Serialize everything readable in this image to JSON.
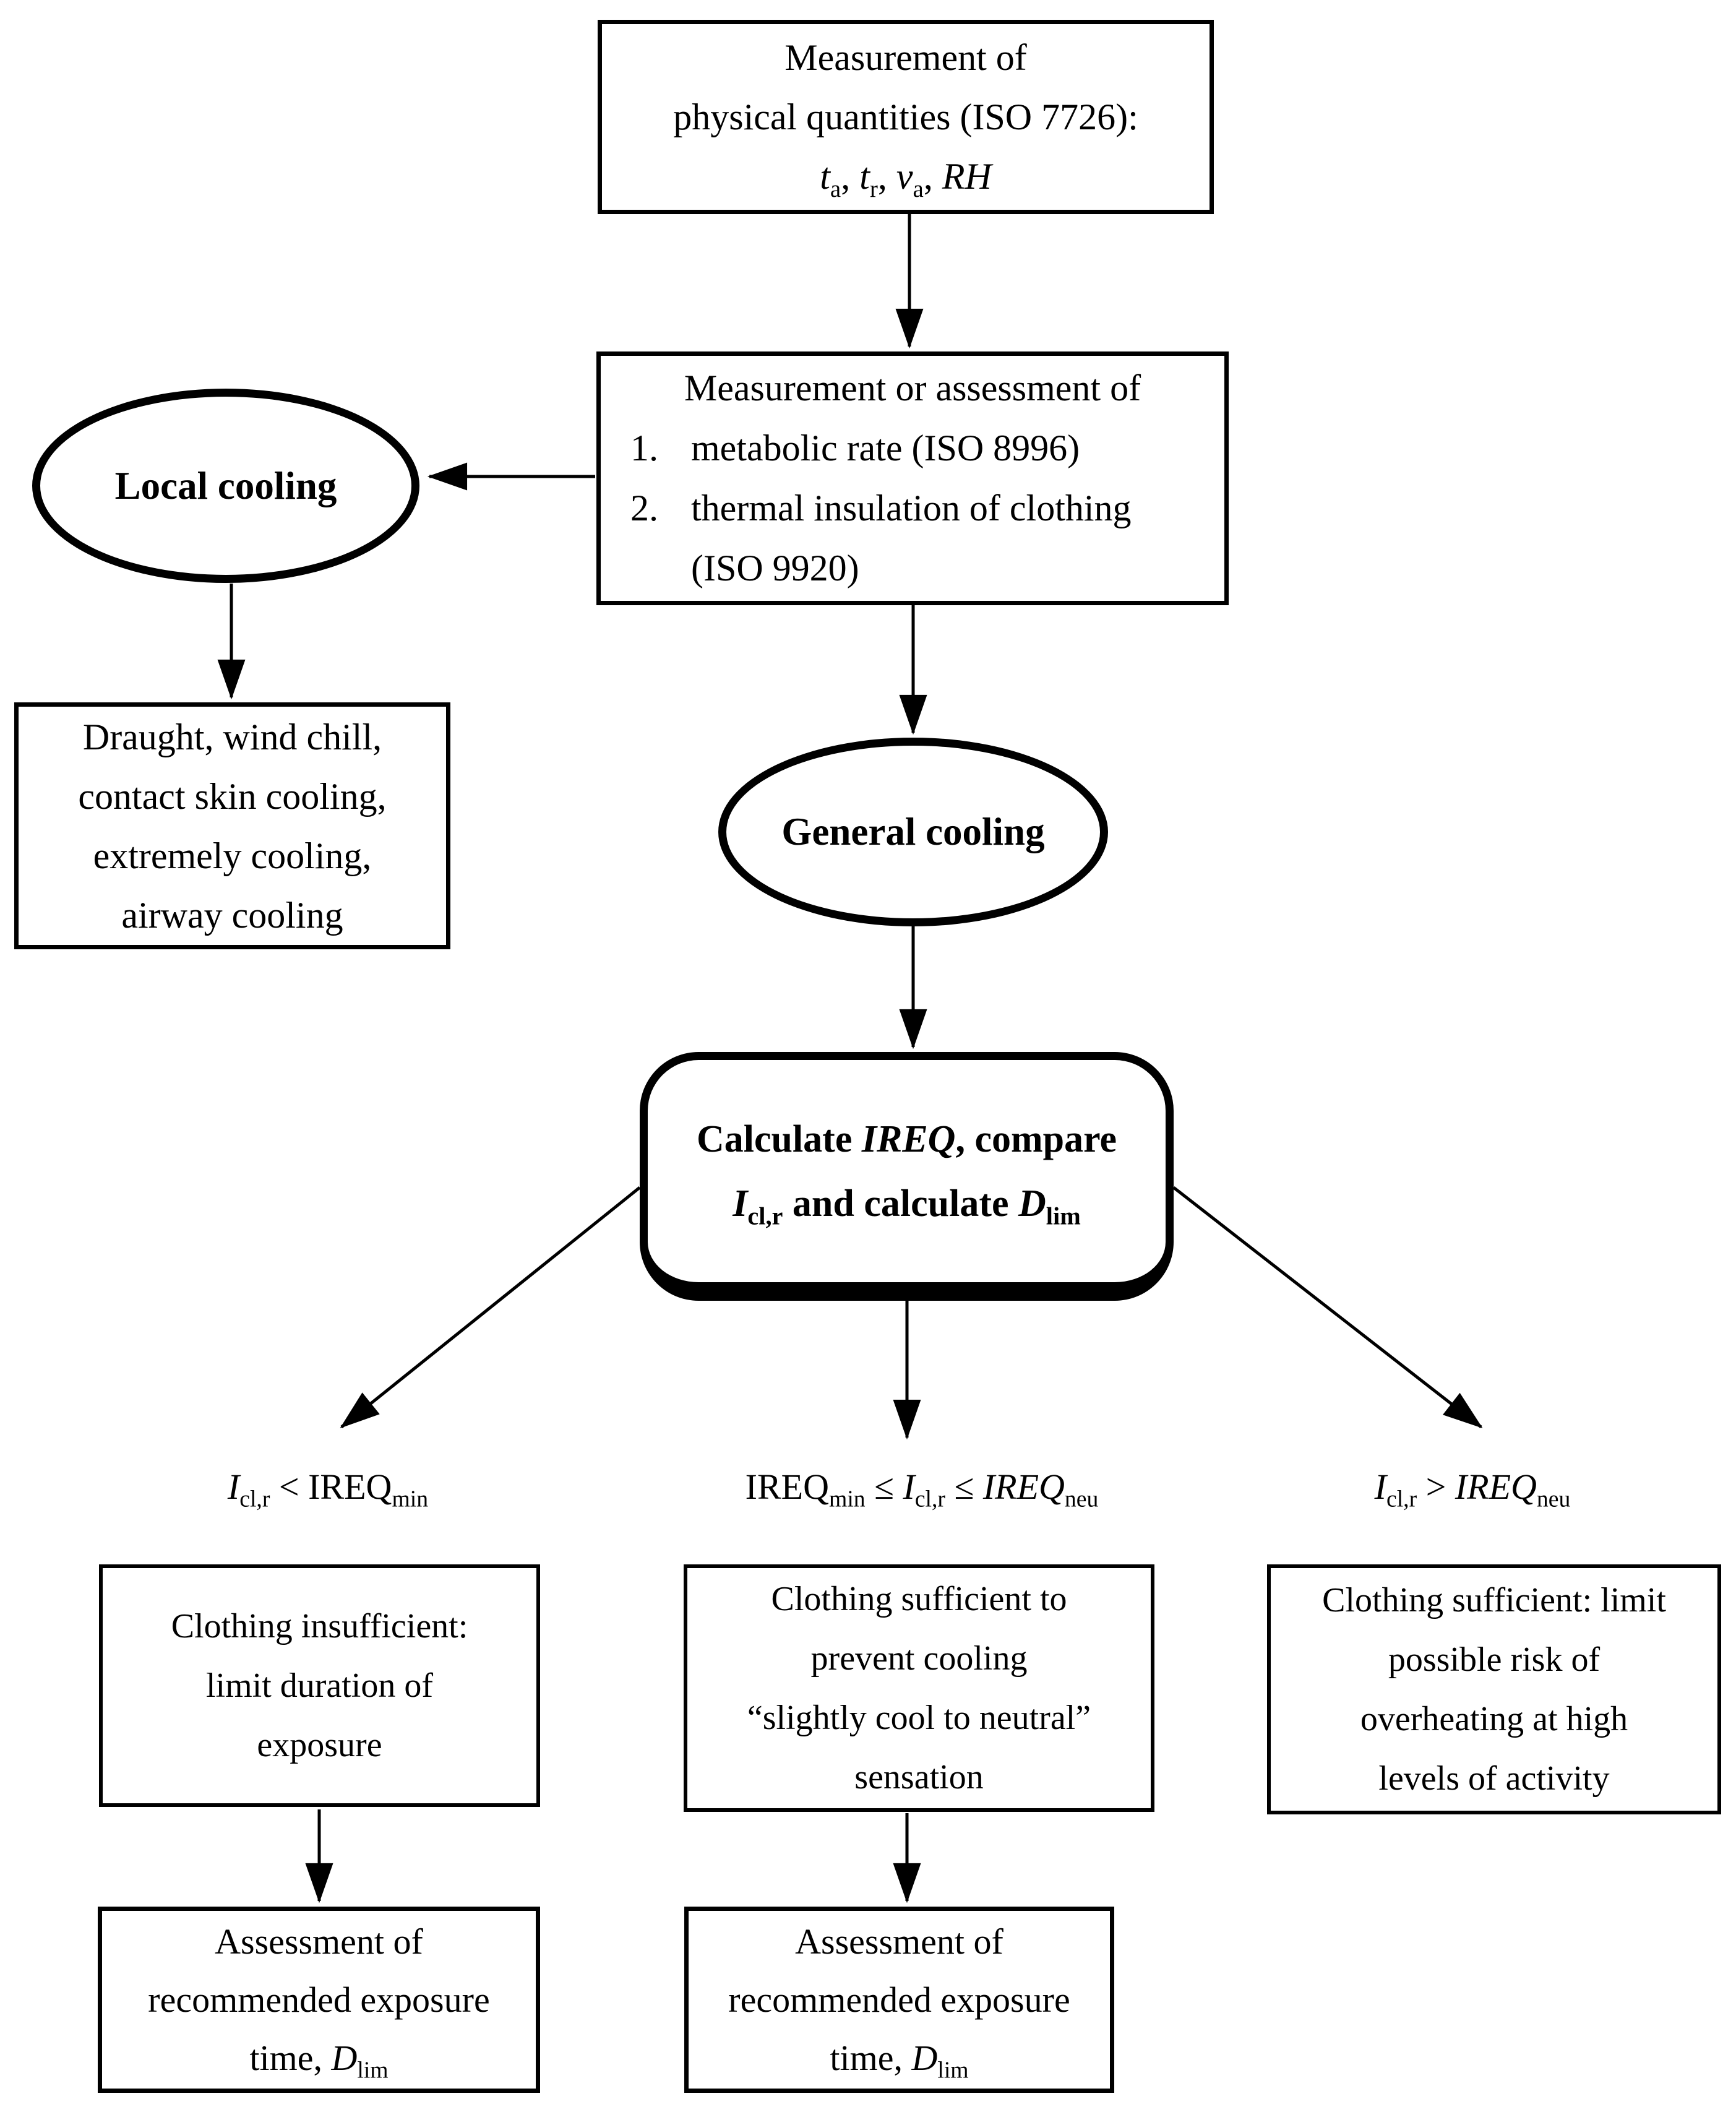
{
  "colors": {
    "ink": "#000000",
    "background": "#ffffff"
  },
  "nodes": {
    "measure": {
      "line1": "Measurement of",
      "line2": "physical quantities (ISO 7726):",
      "line3": [
        {
          "t": "t",
          "i": true
        },
        {
          "t": "a",
          "sub": true
        },
        {
          "t": ", "
        },
        {
          "t": "t",
          "i": true
        },
        {
          "t": "r",
          "sub": true
        },
        {
          "t": ", "
        },
        {
          "t": "v",
          "i": true
        },
        {
          "t": "a",
          "sub": true
        },
        {
          "t": ", "
        },
        {
          "t": "RH",
          "i": true
        }
      ]
    },
    "assess": {
      "title": "Measurement or assessment of",
      "items": [
        {
          "num": "1.",
          "text": "metabolic rate (ISO 8996)"
        },
        {
          "num": "2.",
          "text": "thermal insulation of clothing\n(ISO 9920)"
        }
      ]
    },
    "local": {
      "label": "Local cooling"
    },
    "draught": {
      "text": "Draught, wind chill,\ncontact skin cooling,\nextremely cooling,\nairway cooling"
    },
    "general": {
      "label": "General cooling"
    },
    "calc": {
      "line1": [
        {
          "t": "Calculate "
        },
        {
          "t": "IREQ",
          "i": true
        },
        {
          "t": ", compare"
        }
      ],
      "line2": [
        {
          "t": "I",
          "i": true
        },
        {
          "t": "cl,r",
          "sub": true
        },
        {
          "t": " and calculate "
        },
        {
          "t": "D",
          "i": true
        },
        {
          "t": "lim",
          "sub": true
        }
      ]
    },
    "cond_left": [
      {
        "t": "I",
        "i": true
      },
      {
        "t": "cl,r",
        "sub": true
      },
      {
        "t": " < IREQ"
      },
      {
        "t": "min",
        "sub": true
      }
    ],
    "cond_mid": [
      {
        "t": "IREQ"
      },
      {
        "t": "min",
        "sub": true
      },
      {
        "t": " ≤ "
      },
      {
        "t": "I",
        "i": true
      },
      {
        "t": "cl,r",
        "sub": true
      },
      {
        "t": " ≤ "
      },
      {
        "t": "IREQ",
        "i": true
      },
      {
        "t": "neu",
        "sub": true
      }
    ],
    "cond_right": [
      {
        "t": "I",
        "i": true
      },
      {
        "t": "cl,r",
        "sub": true
      },
      {
        "t": " > "
      },
      {
        "t": "IREQ",
        "i": true
      },
      {
        "t": "neu",
        "sub": true
      }
    ],
    "out_left": {
      "text": "Clothing insufficient:\nlimit duration of\nexposure"
    },
    "out_mid": {
      "text": "Clothing sufficient to\nprevent cooling\n“slightly cool to neutral”\nsensation"
    },
    "out_right": {
      "text": "Clothing sufficient: limit\npossible risk of\noverheating at high\nlevels of activity"
    },
    "assess_left": {
      "text": "Assessment of\nrecommended exposure",
      "formula": [
        {
          "t": "time, "
        },
        {
          "t": "D",
          "i": true
        },
        {
          "t": "lim",
          "sub": true
        }
      ]
    },
    "assess_mid": {
      "text": "Assessment of\nrecommended exposure",
      "formula": [
        {
          "t": "time, "
        },
        {
          "t": "D",
          "i": true
        },
        {
          "t": "lim",
          "sub": true
        }
      ]
    }
  }
}
